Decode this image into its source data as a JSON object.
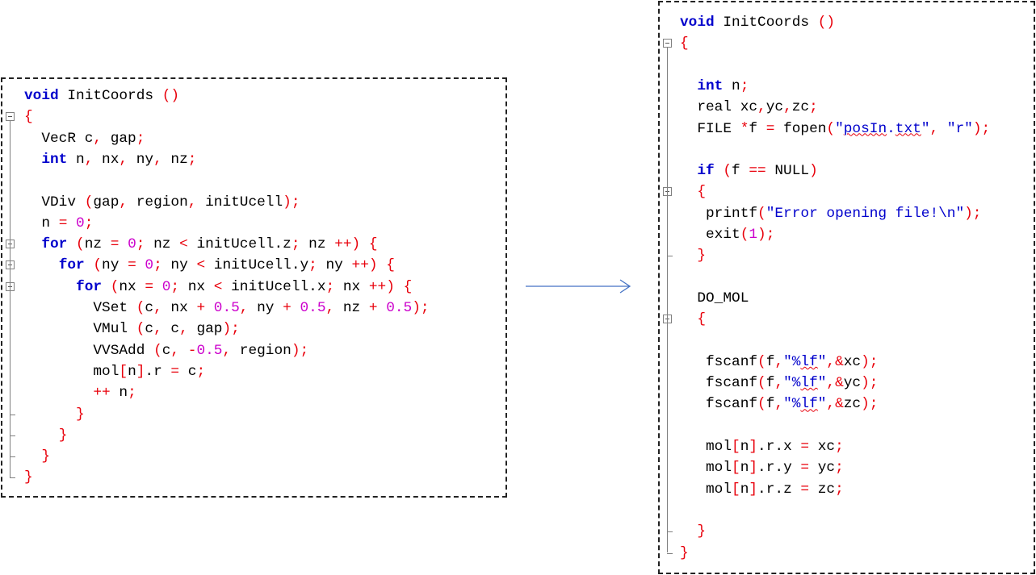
{
  "left_code": {
    "lines": [
      "void InitCoords ()",
      "{",
      "  VecR c, gap;",
      "  int n, nx, ny, nz;",
      "",
      "  VDiv (gap, region, initUcell);",
      "  n = 0;",
      "  for (nz = 0; nz < initUcell.z; nz ++) {",
      "    for (ny = 0; ny < initUcell.y; ny ++) {",
      "      for (nx = 0; nx < initUcell.x; nx ++) {",
      "        VSet (c, nx + 0.5, ny + 0.5, nz + 0.5);",
      "        VMul (c, c, gap);",
      "        VVSAdd (c, -0.5, region);",
      "        mol[n].r = c;",
      "        ++ n;",
      "      }",
      "    }",
      "  }",
      "}"
    ]
  },
  "right_code": {
    "lines": [
      "void InitCoords ()",
      "{",
      "",
      "  int n;",
      "  real xc,yc,zc;",
      "  FILE *f = fopen(\"posIn.txt\", \"r\");",
      "",
      "  if (f == NULL)",
      "  {",
      "   printf(\"Error opening file!\\n\");",
      "   exit(1);",
      "  }",
      "",
      "  DO_MOL",
      "  {",
      "",
      "   fscanf(f,\"%lf\",&xc);",
      "   fscanf(f,\"%lf\",&yc);",
      "   fscanf(f,\"%lf\",&zc);",
      "",
      "   mol[n].r.x = xc;",
      "   mol[n].r.y = yc;",
      "   mol[n].r.z = zc;",
      "",
      "  }",
      "}"
    ]
  },
  "colors": {
    "keyword": "#0000cc",
    "operator": "#e8000b",
    "number": "#cc00cc",
    "string": "#0000cc",
    "arrow": "#4472c4"
  },
  "icons": [
    "fold-collapse-icon",
    "arrow-right-icon"
  ]
}
